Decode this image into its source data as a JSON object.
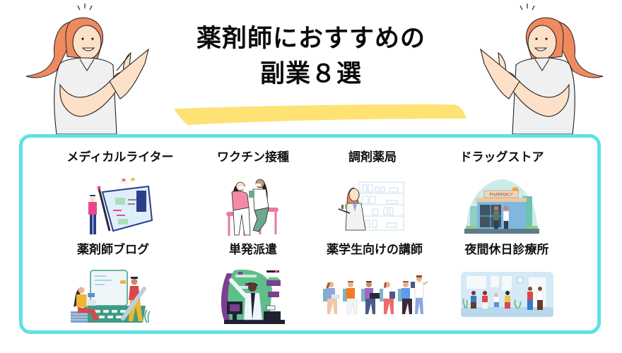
{
  "title": {
    "line1": "薬剤師におすすめの",
    "line2": "副業８選"
  },
  "colors": {
    "frame_border": "#5ee1e6",
    "highlighter": "#ffe274",
    "hair": "#ef8a5f",
    "skin": "#fde0c8",
    "shirt": "#f0f0f0"
  },
  "jobs": [
    {
      "label": "メディカルライター",
      "icon": "medical-writer-illustration"
    },
    {
      "label": "ワクチン接種",
      "icon": "vaccination-illustration"
    },
    {
      "label": "調剤薬局",
      "icon": "dispensing-pharmacy-illustration"
    },
    {
      "label": "ドラッグストア",
      "icon": "drugstore-illustration",
      "sign": "PHARMACY"
    },
    {
      "label": "薬剤師ブログ",
      "icon": "pharmacist-blog-illustration"
    },
    {
      "label": "単発派遣",
      "icon": "spot-dispatch-illustration"
    },
    {
      "label": "薬学生向けの講師",
      "icon": "lecturer-illustration"
    },
    {
      "label": "夜間休日診療所",
      "icon": "night-holiday-clinic-illustration"
    }
  ]
}
